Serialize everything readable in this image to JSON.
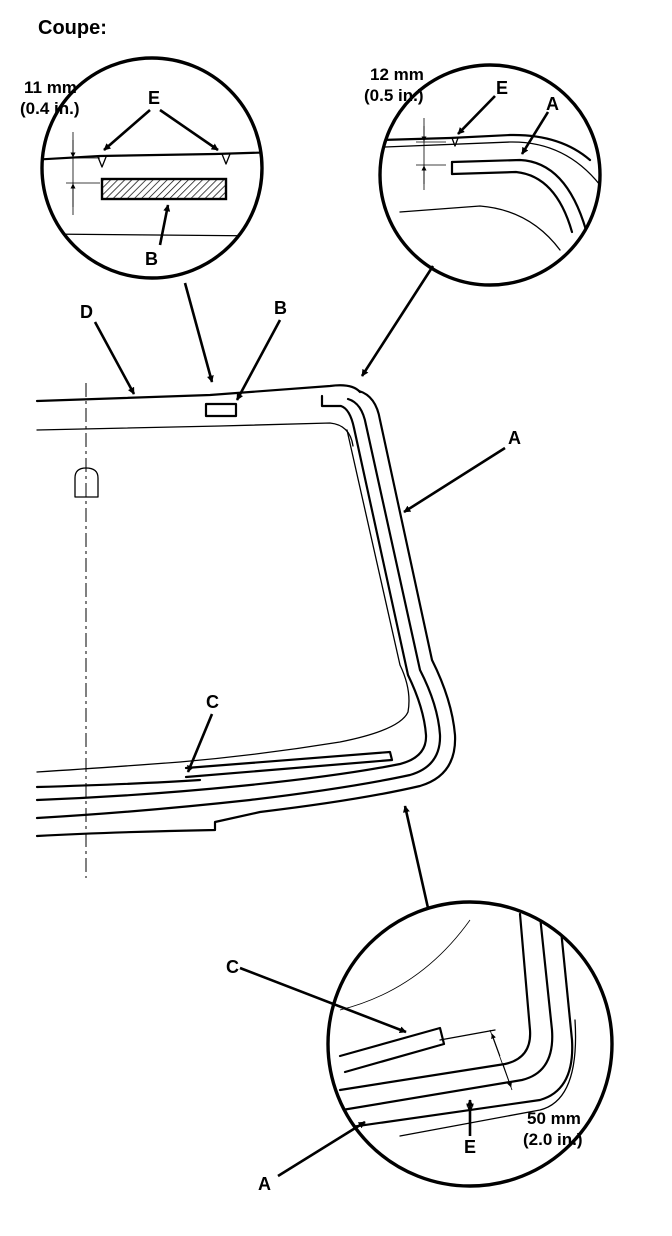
{
  "title": "Coupe:",
  "labels": {
    "A": "A",
    "B": "B",
    "C": "C",
    "D": "D",
    "E": "E"
  },
  "measurements": {
    "top_left": {
      "metric": "11 mm",
      "imperial": "(0.4 in.)"
    },
    "top_right": {
      "metric": "12 mm",
      "imperial": "(0.5 in.)"
    },
    "bottom_right": {
      "metric": "50 mm",
      "imperial": "(2.0 in.)"
    }
  }
}
